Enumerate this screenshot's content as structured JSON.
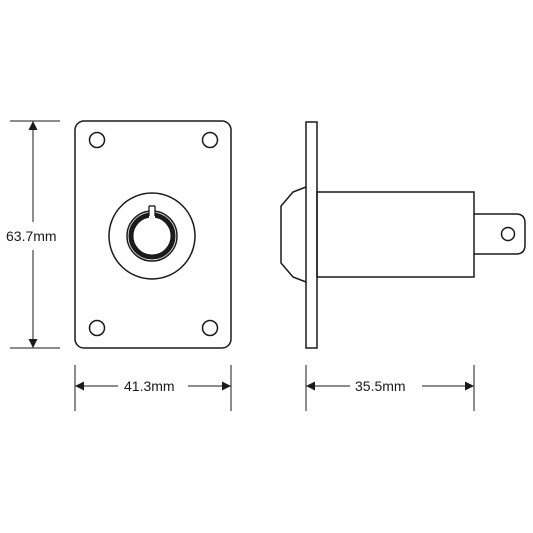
{
  "dimensions": {
    "height_label": "63.7mm",
    "width_label": "41.3mm",
    "depth_label": "35.5mm"
  },
  "colors": {
    "stroke": "#1a1a1a",
    "background": "#ffffff"
  }
}
